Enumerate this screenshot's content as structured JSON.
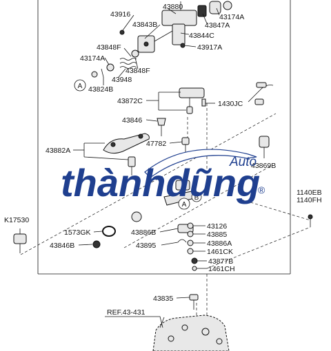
{
  "labels": {
    "l43880": "43880",
    "l43916": "43916",
    "l43174a_top": "43174A",
    "l43847a": "43847A",
    "l43843b": "43843B",
    "l43844c": "43844C",
    "l43917a": "43917A",
    "l43848f_1": "43848F",
    "l43174a_left": "43174A",
    "l43848f_2": "43848F",
    "l43948": "43948",
    "l43824b": "43824B",
    "l43872c": "43872C",
    "l1430jc": "1430JC",
    "l43846": "43846",
    "l47782": "47782",
    "l43882a": "43882A",
    "l43869b": "43869B",
    "l1140eb": "1140EB",
    "l1140fh": "1140FH",
    "lk17530": "K17530",
    "l1573gk": "1573GK",
    "l43886b": "43886B",
    "l43126": "43126",
    "l43885": "43885",
    "l43846b": "43846B",
    "l43895": "43895",
    "l43886a": "43886A",
    "l1461ck": "1461CK",
    "l43877b": "43877B",
    "l1461ch": "1461CH",
    "l43835": "43835",
    "lref": "REF.43-431"
  },
  "callouts": {
    "a_left": "A",
    "a_mid": "A",
    "b_mid": "B"
  },
  "watermark": {
    "main": "thànhdũng",
    "auto": "Auto",
    "reg": "®",
    "color": "#1f3f8f"
  }
}
